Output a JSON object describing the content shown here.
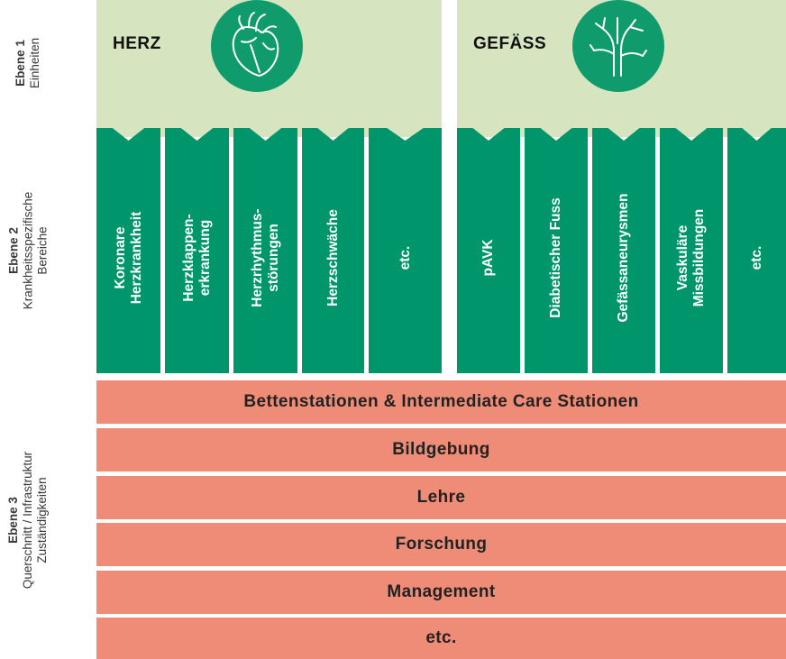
{
  "levels": [
    {
      "title": "Ebene 1",
      "subtitle": "Einheiten"
    },
    {
      "title": "Ebene 2",
      "subtitle": "Krankheitsspezifische\nBereiche"
    },
    {
      "title": "Ebene 3",
      "subtitle": "Querschnitt / Infrastruktur\nZuständigkeiten"
    }
  ],
  "units": [
    {
      "title": "HERZ",
      "icon": "heart-icon",
      "areas": [
        "Koronare\nHerzkrankheit",
        "Herzklappen-\nerkrankung",
        "Herzrhythmus-\nstörungen",
        "Herzschwäche",
        "etc."
      ]
    },
    {
      "title": "GEFÄSS",
      "icon": "blood-vessel-icon",
      "areas": [
        "pAVK",
        "Diabetischer Fuss",
        "Gefässaneurysmen",
        "Vaskuläre\nMissbildungen",
        "etc."
      ]
    }
  ],
  "cross_sections": [
    "Bettenstationen & Intermediate Care Stationen",
    "Bildgebung",
    "Lehre",
    "Forschung",
    "Management",
    "etc."
  ],
  "colors": {
    "level1": "#d6e4bf",
    "level2": "#00956a",
    "icon_circle": "#0f9b6c",
    "level3": "#ef8c78"
  }
}
